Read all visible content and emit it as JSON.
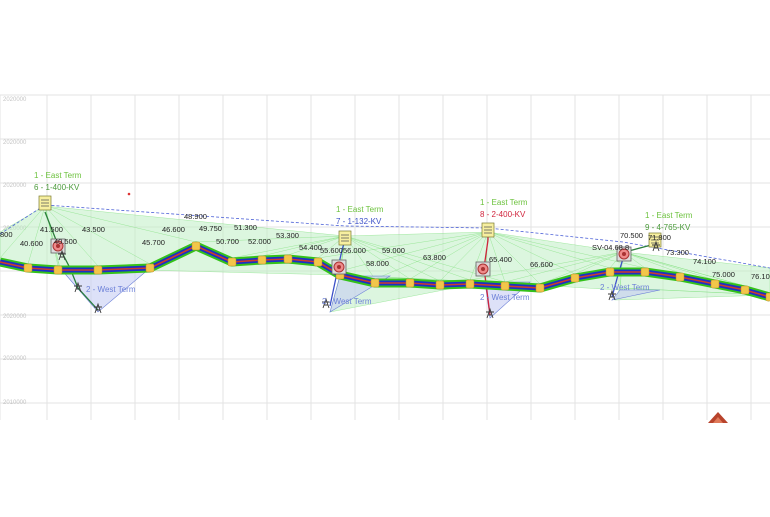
{
  "colors": {
    "background": "#ffffff",
    "grid": "#e3e3e3",
    "grid_label": "#c4c4c4",
    "centerline_core": "#1c2fc6",
    "centerline_outer": "#34c11a",
    "centerline_inner": "#ce3b2a",
    "station_node": "#f2c64a",
    "tower": "#3a3a3a",
    "east_term_label": "#6cc23d",
    "circuit_label_green": "#4a9a3a",
    "circuit_label_blue": "#3c50c8",
    "circuit_label_red": "#d0243c",
    "west_term_label": "#6b7fd7",
    "span_fill": "#bfeec4",
    "west_fill": "#c6cdf3",
    "limit_line": "#4e63d8",
    "chainage_text": "#222222",
    "warning_glyph": "#b8432c"
  },
  "grid_labels": [
    "2020000",
    "2020000",
    "2020000",
    "2020000",
    "2020000",
    "2020000",
    "2010000"
  ],
  "chainages": [
    "800",
    "40.600",
    "41.500",
    "40.500",
    "43.500",
    "45.700",
    "46.600",
    "48.900",
    "49.750",
    "50.700",
    "51.300",
    "52.000",
    "53.300",
    "54.400",
    "55.600",
    "56.000",
    "58.000",
    "59.000",
    "63.800",
    "65.400",
    "66.600",
    "SV-04.68.8",
    "70.500",
    "71.800",
    "73.300",
    "74.100",
    "75.000",
    "76.10"
  ],
  "terminals": [
    {
      "east": "1 - East Term",
      "circuit": "6 - 1-400-KV",
      "circuit_color": "green"
    },
    {
      "east": "1 - East Term",
      "circuit": "7 - 1-132-KV",
      "circuit_color": "blue"
    },
    {
      "east": "1 - East Term",
      "circuit": "8 - 2-400-KV",
      "circuit_color": "red"
    },
    {
      "east": "1 - East Term",
      "circuit": "9 - 4-765-KV",
      "circuit_color": "green"
    }
  ],
  "west_terms": [
    "2 - West Term",
    "2 - West Term",
    "2 - West Term",
    "2 - West Term"
  ]
}
